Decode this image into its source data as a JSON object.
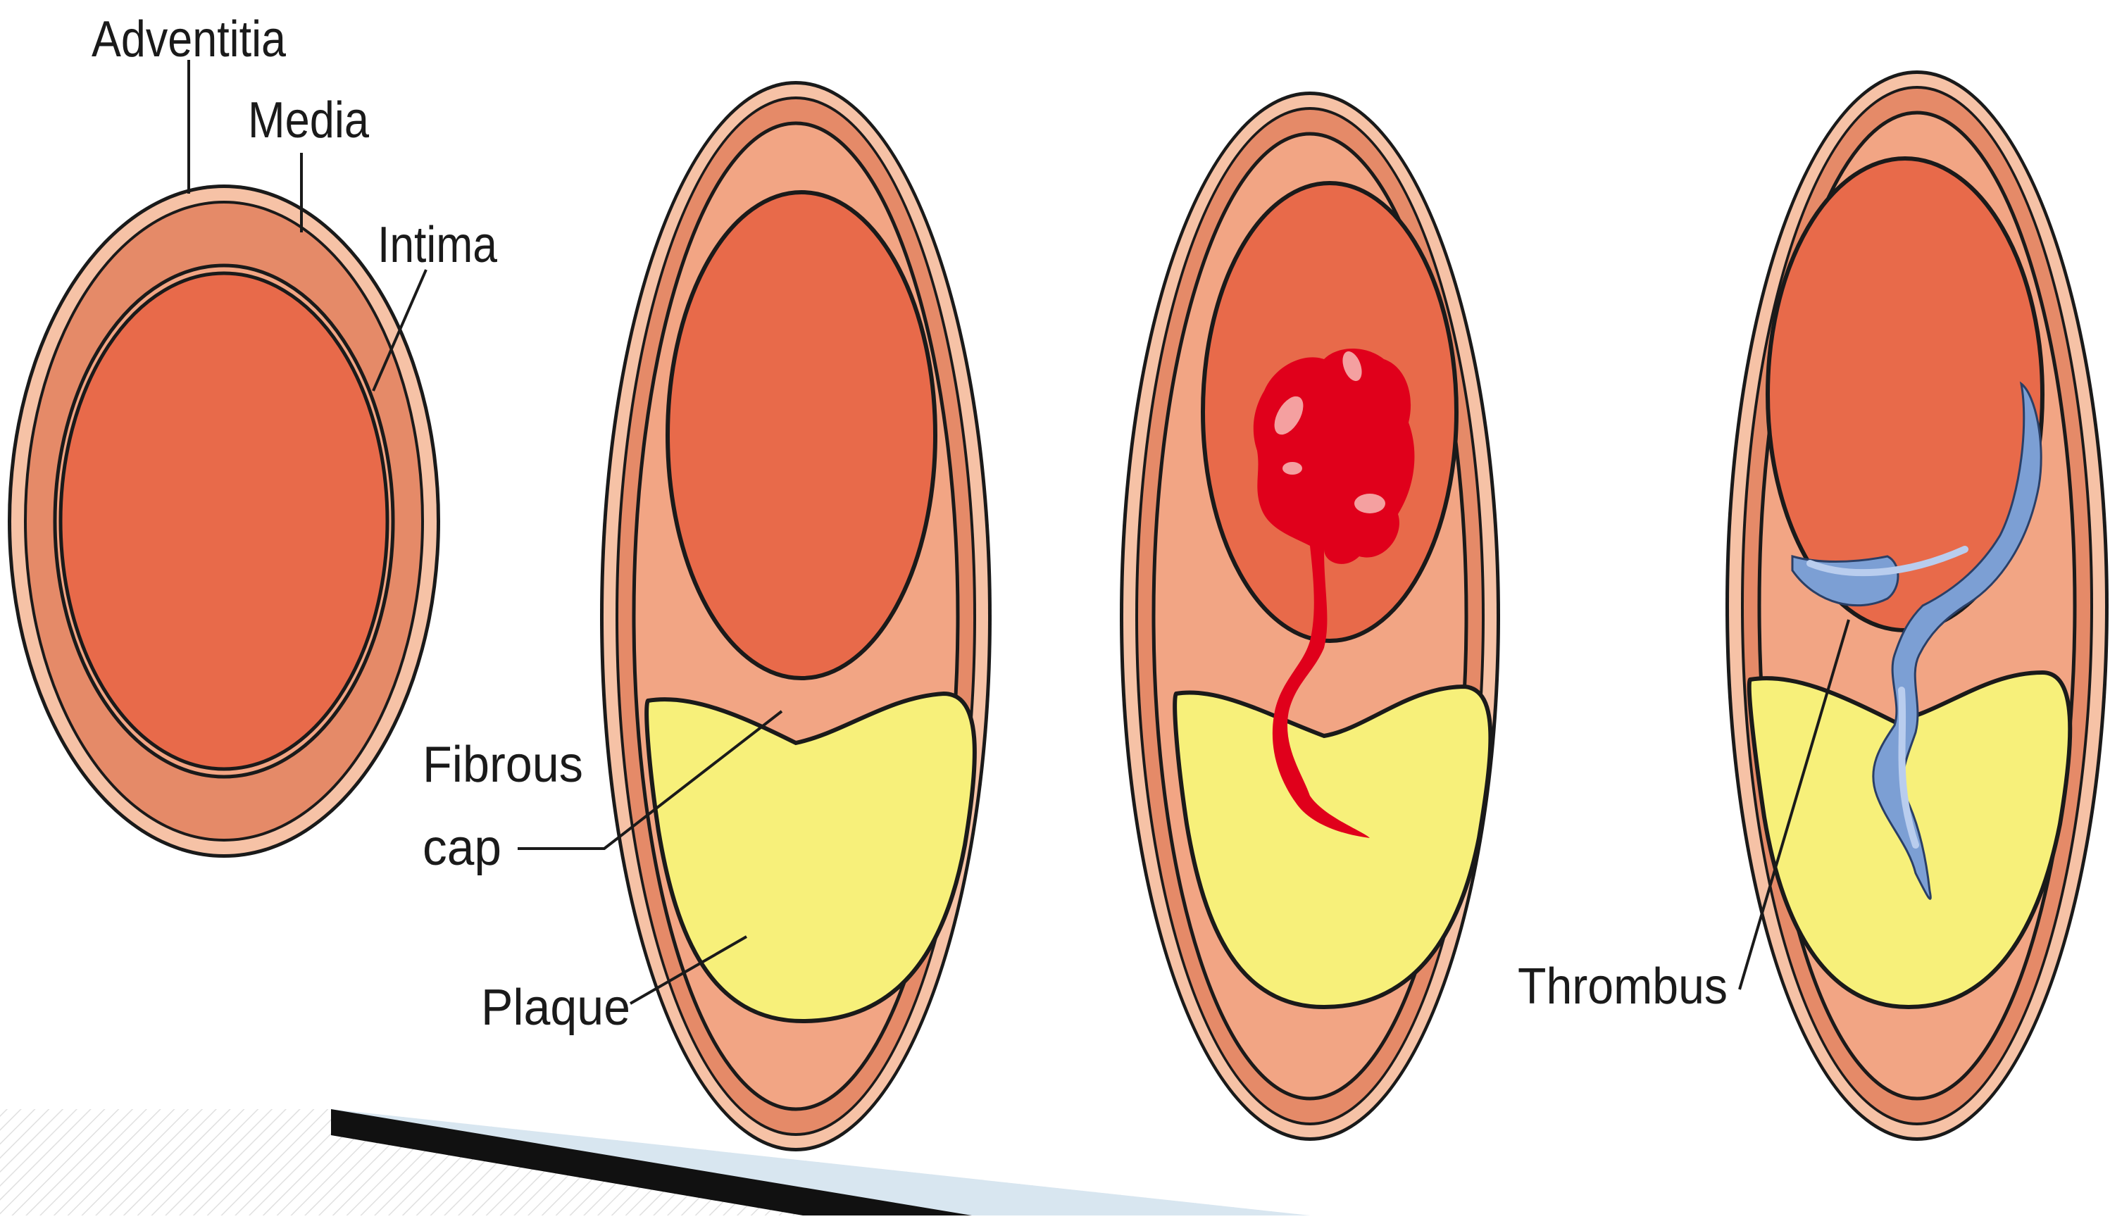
{
  "labels": {
    "adventitia": "Adventitia",
    "media": "Media",
    "intima": "Intima",
    "fibrous_cap_line1": "Fibrous",
    "fibrous_cap_line2": "cap",
    "plaque": "Plaque",
    "thrombus": "Thrombus"
  },
  "colors": {
    "adventitia": "#f6c2a6",
    "media": "#e58a68",
    "intima": "#f2a584",
    "lumen": "#e86a4a",
    "plaque": "#f7f07a",
    "rupture": "#e0001b",
    "thrombus": "#7c9fd4",
    "outline": "#1a1a1a",
    "arrow_dark": "#111111",
    "arrow_light": "#d8e6f0"
  }
}
